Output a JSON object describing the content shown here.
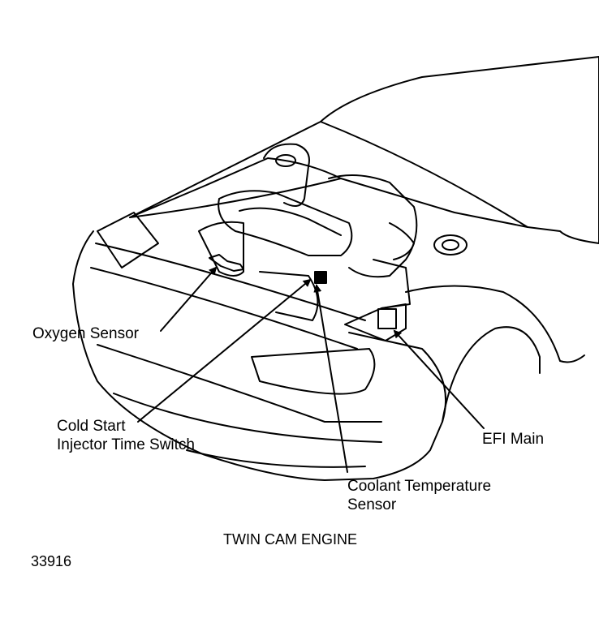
{
  "labels": {
    "oxygen_sensor": "Oxygen Sensor",
    "cold_start_line1": "Cold Start",
    "cold_start_line2": "Injector Time Switch",
    "efi_main": "EFI Main",
    "coolant_line1": "Coolant Temperature",
    "coolant_line2": "Sensor"
  },
  "caption": "TWIN CAM ENGINE",
  "figure_number": "33916"
}
